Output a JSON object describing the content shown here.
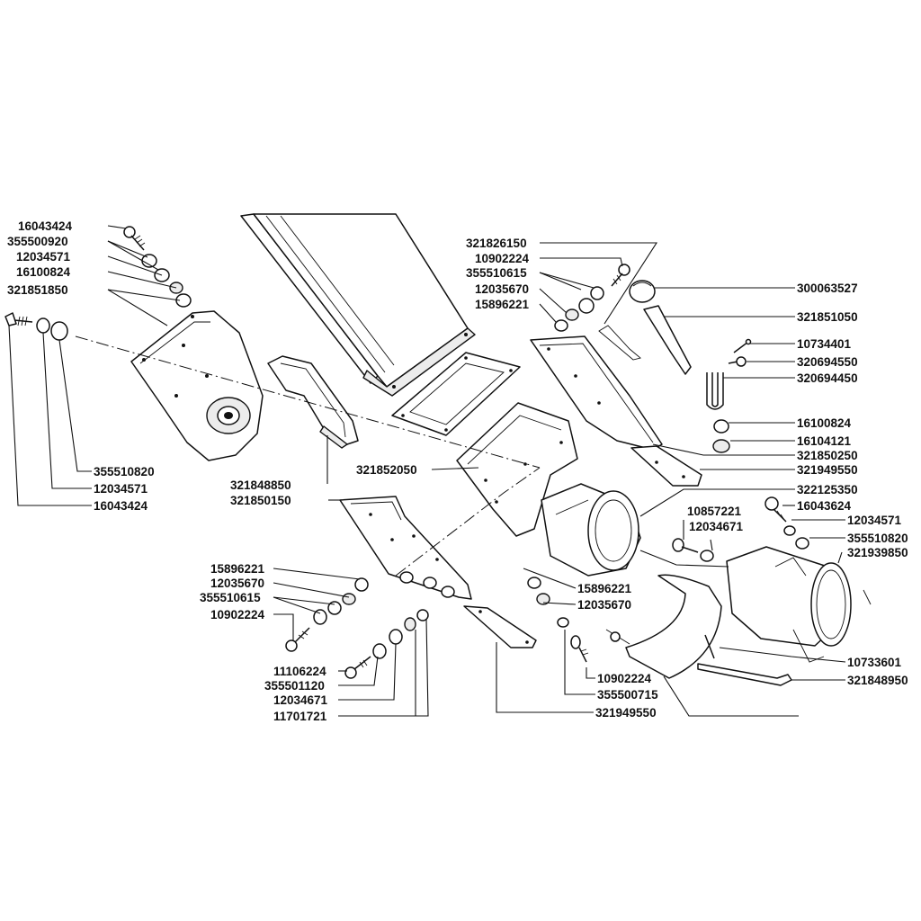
{
  "diagram": {
    "labels": {
      "l1": "16043424",
      "l2": "355500920",
      "l3": "12034571",
      "l4": "16100824",
      "l5": "321851850",
      "l6": "355510820",
      "l7": "12034571",
      "l8": "16043424",
      "l9": "321848850",
      "l10": "321852050",
      "l11": "321850150",
      "l12": "15896221",
      "l13": "12035670",
      "l14": "355510615",
      "l15": "10902224",
      "l16": "11106224",
      "l17": "355501120",
      "l18": "12034671",
      "l19": "11701721",
      "l20": "321826150",
      "l21": "10902224",
      "l22": "355510615",
      "l23": "12035670",
      "l24": "15896221",
      "l25": "300063527",
      "l26": "321851050",
      "l27": "10734401",
      "l28": "320694550",
      "l29": "320694450",
      "l30": "16100824",
      "l31": "16104121",
      "l32": "321850250",
      "l33": "321949550",
      "l34": "322125350",
      "l35": "10857221",
      "l36": "12034671",
      "l37": "16043624",
      "l38": "12034571",
      "l39": "355510820",
      "l40": "321939850",
      "l41": "15896221",
      "l42": "12035670",
      "l43": "10902224",
      "l44": "355500715",
      "l45": "321949550",
      "l46": "10733601",
      "l47": "321848950"
    }
  }
}
